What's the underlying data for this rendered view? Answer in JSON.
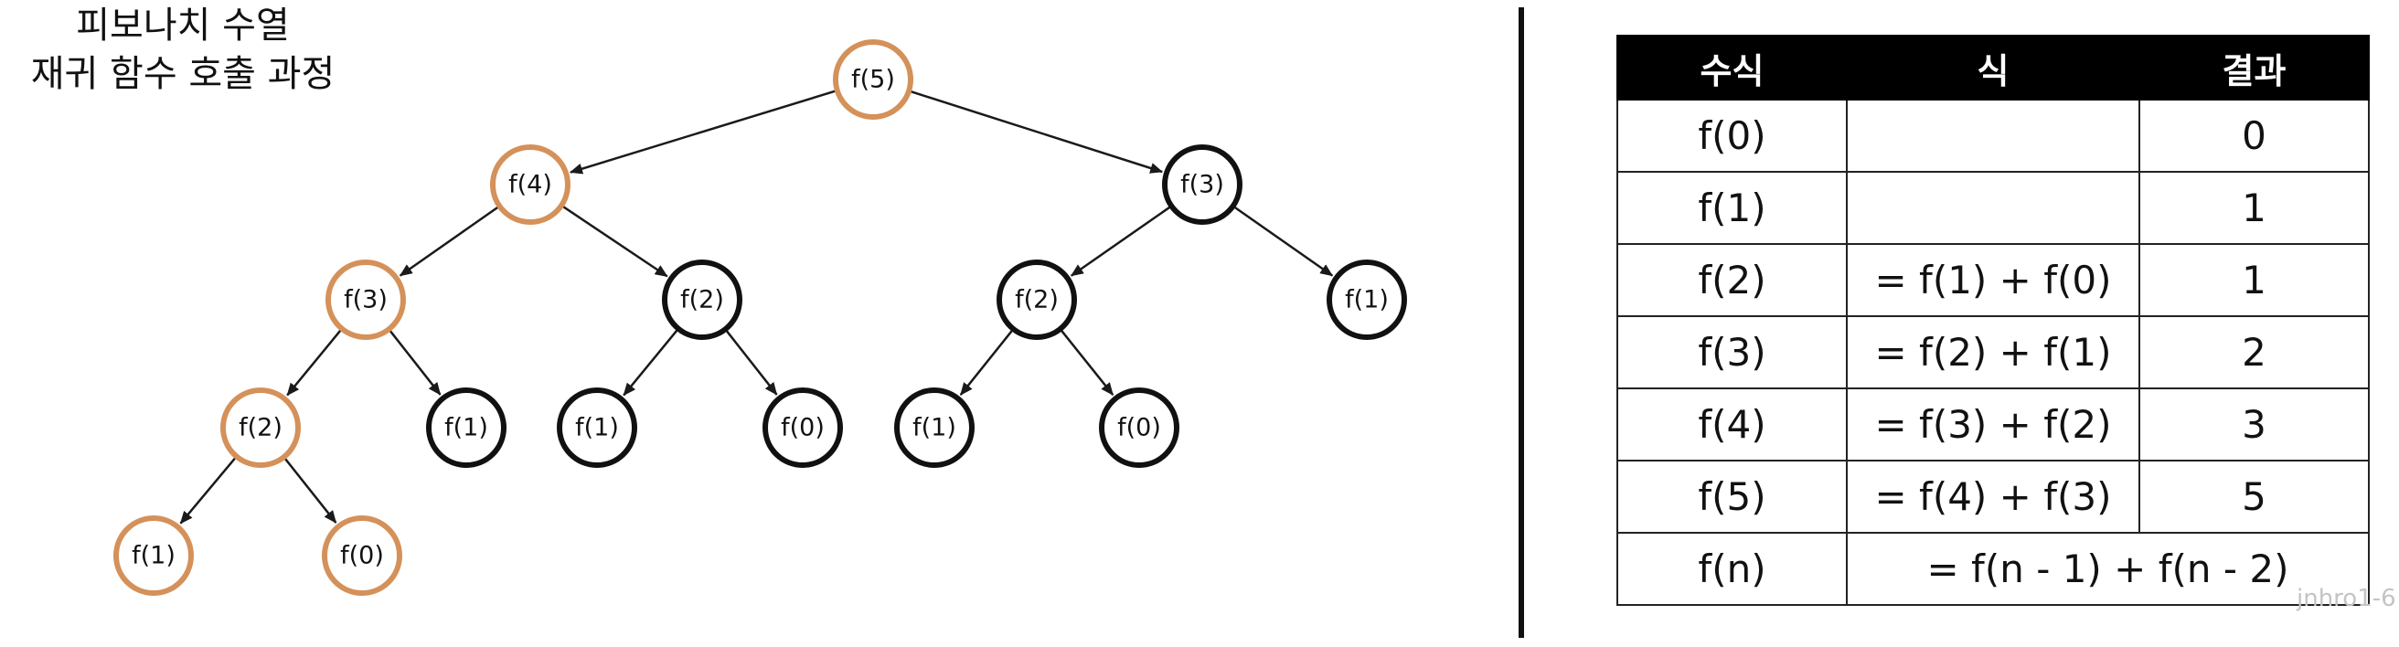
{
  "title": {
    "line1": "피보나치 수열",
    "line2": "재귀 함수 호출 과정"
  },
  "colors": {
    "recursion_path": "#d4915a",
    "normal_node": "#111111"
  },
  "tree": {
    "nodes": [
      {
        "id": "n-f5",
        "label": "f(5)",
        "highlighted": true
      },
      {
        "id": "n-f4",
        "label": "f(4)",
        "highlighted": true
      },
      {
        "id": "n-f3-r",
        "label": "f(3)",
        "highlighted": false
      },
      {
        "id": "n-f3-l",
        "label": "f(3)",
        "highlighted": true
      },
      {
        "id": "n-f2-m",
        "label": "f(2)",
        "highlighted": false
      },
      {
        "id": "n-f2-r",
        "label": "f(2)",
        "highlighted": false
      },
      {
        "id": "n-f1-rr",
        "label": "f(1)",
        "highlighted": false
      },
      {
        "id": "n-f2-l",
        "label": "f(2)",
        "highlighted": true
      },
      {
        "id": "n-f1-a",
        "label": "f(1)",
        "highlighted": false
      },
      {
        "id": "n-f1-b",
        "label": "f(1)",
        "highlighted": false
      },
      {
        "id": "n-f0-b",
        "label": "f(0)",
        "highlighted": false
      },
      {
        "id": "n-f1-c",
        "label": "f(1)",
        "highlighted": false
      },
      {
        "id": "n-f0-c",
        "label": "f(0)",
        "highlighted": false
      },
      {
        "id": "n-f1-leaf",
        "label": "f(1)",
        "highlighted": true
      },
      {
        "id": "n-f0-leaf",
        "label": "f(0)",
        "highlighted": true
      }
    ],
    "edges": [
      [
        "n-f5",
        "n-f4"
      ],
      [
        "n-f5",
        "n-f3-r"
      ],
      [
        "n-f4",
        "n-f3-l"
      ],
      [
        "n-f4",
        "n-f2-m"
      ],
      [
        "n-f3-r",
        "n-f2-r"
      ],
      [
        "n-f3-r",
        "n-f1-rr"
      ],
      [
        "n-f3-l",
        "n-f2-l"
      ],
      [
        "n-f3-l",
        "n-f1-a"
      ],
      [
        "n-f2-m",
        "n-f1-b"
      ],
      [
        "n-f2-m",
        "n-f0-b"
      ],
      [
        "n-f2-r",
        "n-f1-c"
      ],
      [
        "n-f2-r",
        "n-f0-c"
      ],
      [
        "n-f2-l",
        "n-f1-leaf"
      ],
      [
        "n-f2-l",
        "n-f0-leaf"
      ]
    ]
  },
  "table": {
    "headers": [
      "수식",
      "식",
      "결과"
    ],
    "rows": [
      {
        "expr": "f(0)",
        "formula": "",
        "result": "0"
      },
      {
        "expr": "f(1)",
        "formula": "",
        "result": "1"
      },
      {
        "expr": "f(2)",
        "formula": "= f(1) + f(0)",
        "result": "1"
      },
      {
        "expr": "f(3)",
        "formula": "= f(2) + f(1)",
        "result": "2"
      },
      {
        "expr": "f(4)",
        "formula": "= f(3) + f(2)",
        "result": "3"
      },
      {
        "expr": "f(5)",
        "formula": "= f(4) + f(3)",
        "result": "5"
      }
    ],
    "general_row": {
      "expr": "f(n)",
      "formula": "= f(n - 1) + f(n - 2)"
    }
  },
  "watermark": "jnhro1-6"
}
